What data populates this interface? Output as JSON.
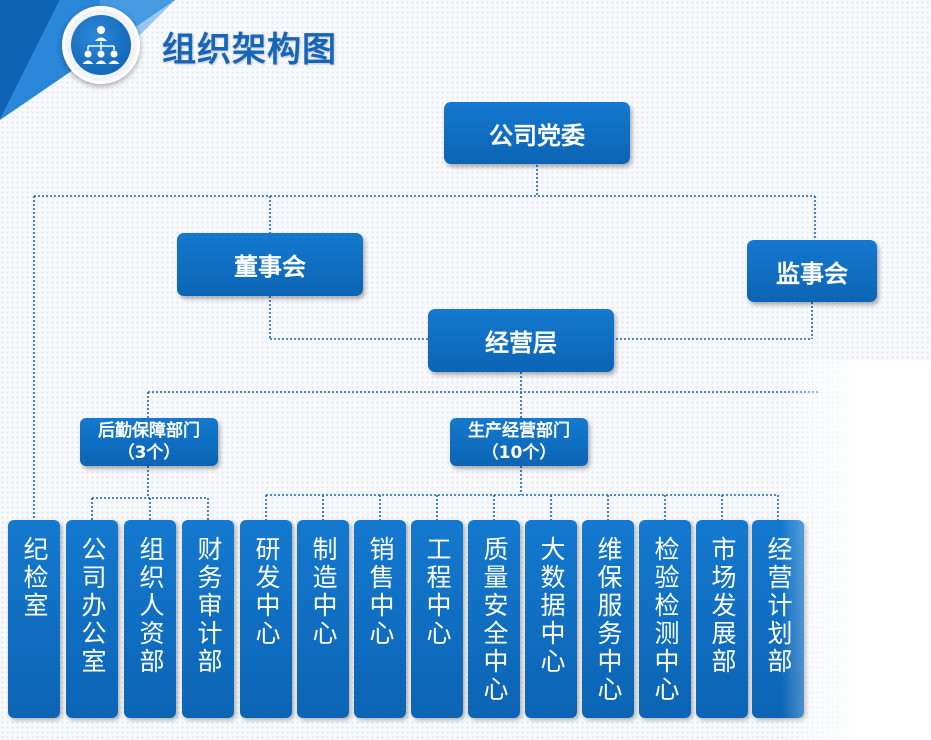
{
  "header": {
    "title": "组织架构图",
    "icon": "org-chart-icon"
  },
  "colors": {
    "node_fill": "#0c6ac0",
    "title": "#1565b8",
    "connector": "#1565b8"
  },
  "nodes": {
    "party_committee": "公司党委",
    "board_of_directors": "董事会",
    "board_of_supervisors": "监事会",
    "management": "经营层"
  },
  "groups": {
    "logistics": {
      "name": "后勤保障部门",
      "count": "（3个）"
    },
    "production": {
      "name": "生产经营部门",
      "count": "（10个）"
    }
  },
  "departments": [
    "纪检室",
    "公司办公室",
    "组织人资部",
    "财务审计部",
    "研发中心",
    "制造中心",
    "销售中心",
    "工程中心",
    "质量安全中心",
    "大数据中心",
    "维保服务中心",
    "检验检测中心",
    "市场发展部",
    "经营计划部"
  ]
}
